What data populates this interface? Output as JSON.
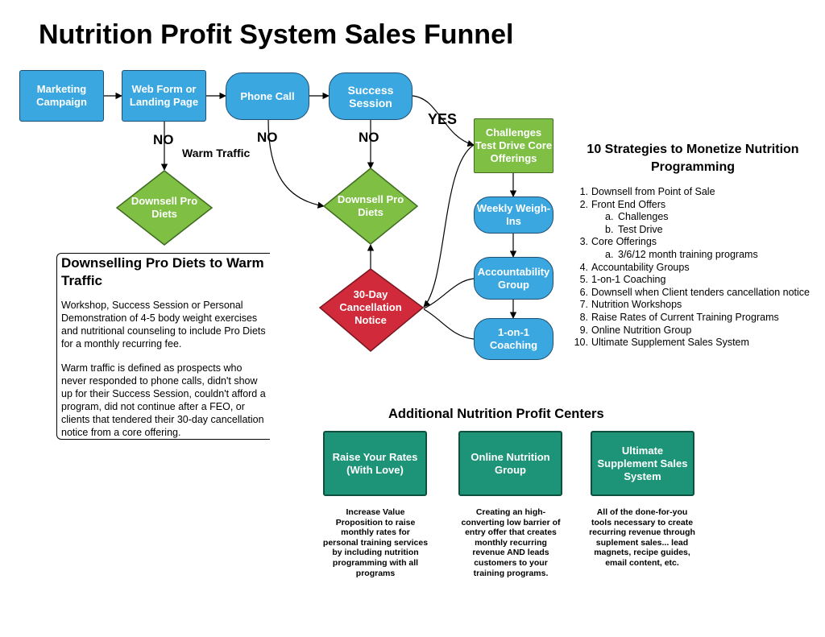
{
  "title": "Nutrition Profit System Sales Funnel",
  "colors": {
    "blue": "#3aa7e0",
    "green": "#7ebf44",
    "red": "#d12b3b",
    "teal": "#1d9478"
  },
  "funnel": {
    "marketing": "Marketing Campaign",
    "webform": "Web Form or Landing Page",
    "phone": "Phone Call",
    "success": "Success Session",
    "challenges": "Challenges Test Drive Core Offerings",
    "weekly": "Weekly Weigh-Ins",
    "accountability": "Accountability Group",
    "coaching": "1-on-1 Coaching",
    "downsell_left": "Downsell Pro Diets",
    "downsell_center": "Downsell Pro Diets",
    "cancellation": "30-Day Cancellation Notice"
  },
  "labels": {
    "no1": "NO",
    "no2": "NO",
    "no3": "NO",
    "yes": "YES",
    "warm": "Warm Traffic"
  },
  "downselling": {
    "heading": "Downselling Pro Diets to Warm Traffic",
    "p1": "Workshop, Success Session or Personal Demonstration of 4-5 body weight exercises and nutritional counseling to include Pro Diets for a monthly recurring fee.",
    "p2": "Warm traffic is defined as prospects who never responded to phone calls, didn't show up for their Success Session, couldn't afford a program, did not continue after a FEO, or clients that tendered their 30-day cancellation notice from a core offering."
  },
  "strategies": {
    "heading": "10 Strategies to Monetize Nutrition Programming",
    "items": [
      {
        "num": "1.",
        "text": "Downsell from Point of Sale"
      },
      {
        "num": "2.",
        "text": "Front End Offers"
      },
      {
        "num": "a.",
        "text": "Challenges"
      },
      {
        "num": "b.",
        "text": "Test Drive"
      },
      {
        "num": "3.",
        "text": "Core Offerings"
      },
      {
        "num": "a.",
        "text": "3/6/12 month training programs"
      },
      {
        "num": "4.",
        "text": "Accountability Groups"
      },
      {
        "num": "5.",
        "text": "1-on-1 Coaching"
      },
      {
        "num": "6.",
        "text": "Downsell when Client tenders cancellation notice"
      },
      {
        "num": "7.",
        "text": "Nutrition Workshops"
      },
      {
        "num": "8.",
        "text": "Raise Rates of Current Training Programs"
      },
      {
        "num": "9.",
        "text": "Online Nutrition Group"
      },
      {
        "num": "10.",
        "text": "Ultimate Supplement Sales System"
      }
    ]
  },
  "profit_centers": {
    "heading": "Additional Nutrition Profit Centers",
    "items": [
      {
        "title": "Raise Your Rates (With Love)",
        "desc": "Increase Value Proposition to raise monthly rates for personal training services by including nutrition programming with all programs"
      },
      {
        "title": "Online Nutrition Group",
        "desc": "Creating an high-converting low barrier of entry offer that creates monthly recurring  revenue AND leads customers to your training programs."
      },
      {
        "title": "Ultimate Supplement Sales System",
        "desc": "All of the done-for-you tools necessary to create recurring revenue through suplement sales... lead magnets, recipe guides, email content, etc."
      }
    ]
  }
}
